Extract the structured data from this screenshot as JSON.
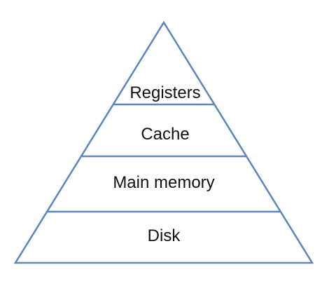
{
  "diagram": {
    "stroke_color": "#5b86bd",
    "text_color": "#111111",
    "levels": [
      {
        "label": "Registers"
      },
      {
        "label": "Cache"
      },
      {
        "label": "Main memory"
      },
      {
        "label": "Disk"
      }
    ]
  }
}
